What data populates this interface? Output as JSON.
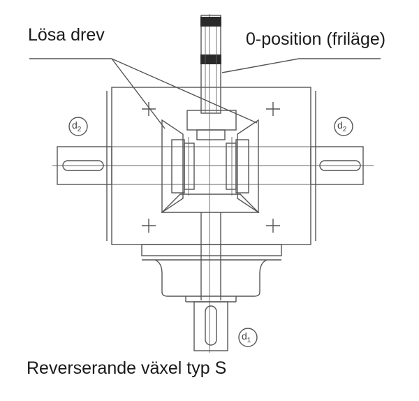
{
  "labels": {
    "loose_gears": "Lösa drev",
    "zero_position": "0-position (friläge)",
    "caption": "Reverserande växel typ S"
  },
  "dimensions": {
    "d2_left": "d",
    "d2_left_sub": "2",
    "d2_right": "d",
    "d2_right_sub": "2",
    "d1_bottom": "d",
    "d1_bottom_sub": "1"
  },
  "colors": {
    "line": "#555555",
    "text": "#1a1a1a",
    "knurl": "#2a2a2a"
  }
}
